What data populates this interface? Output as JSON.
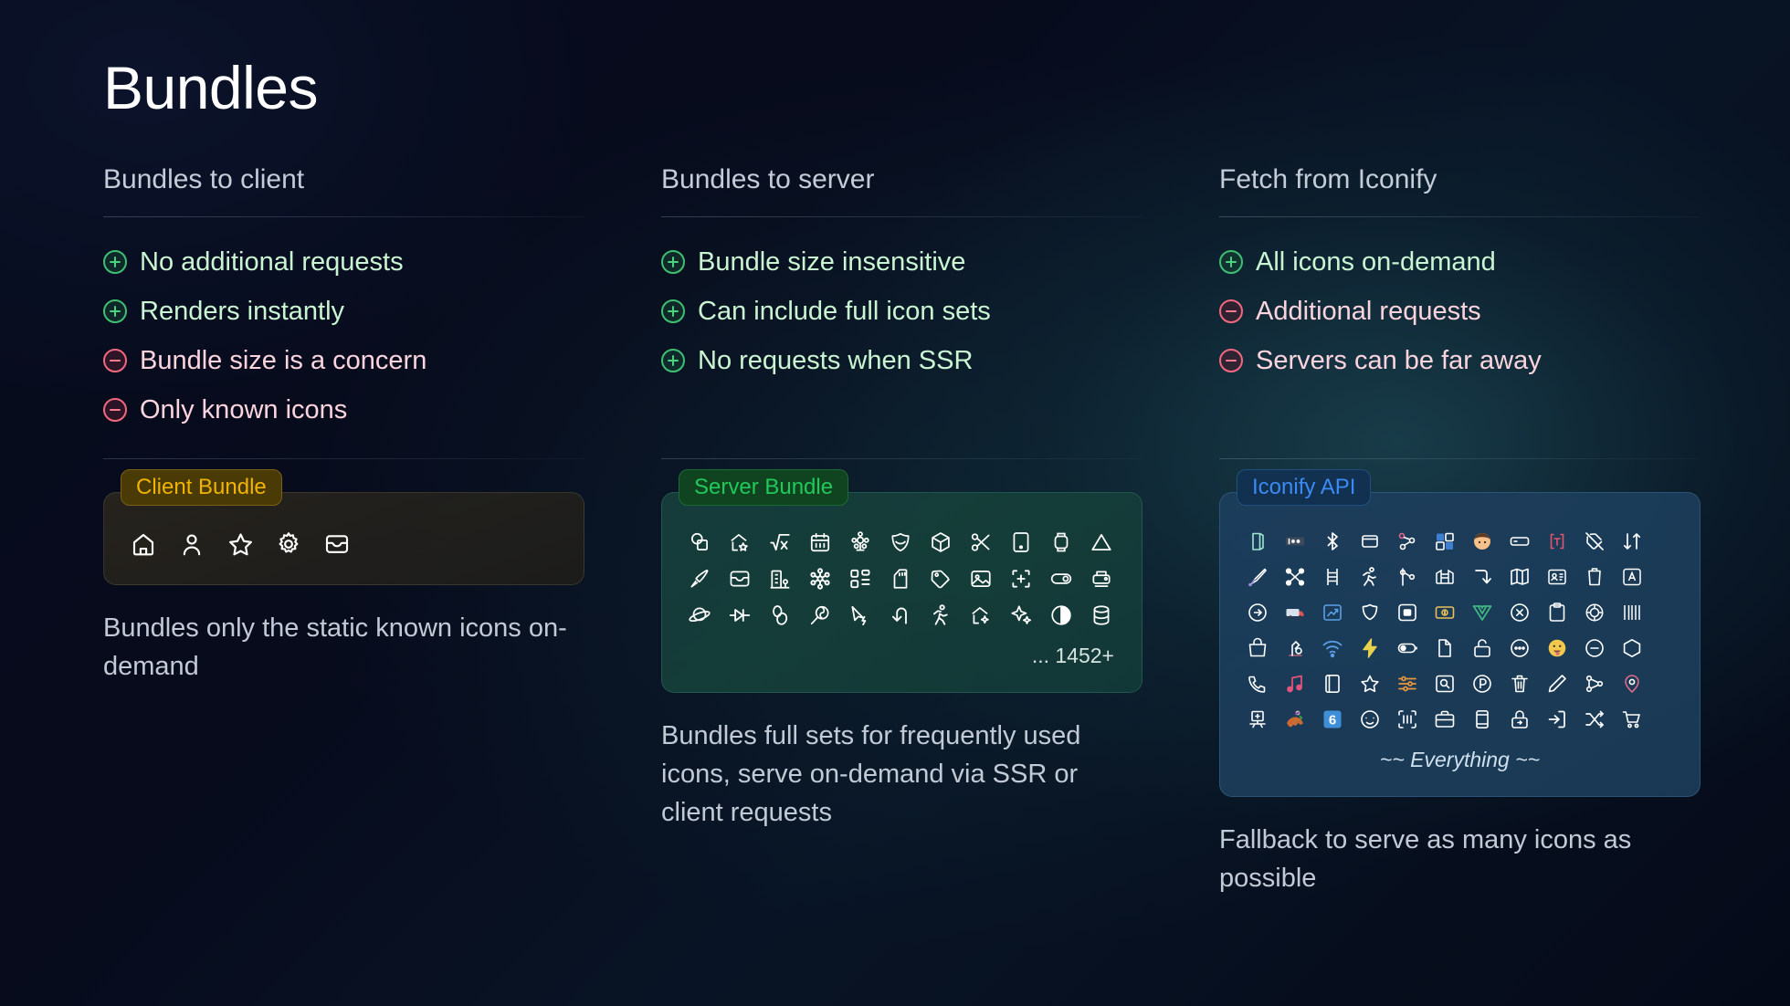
{
  "slide": {
    "title": "Bundles",
    "background_colors": {
      "base": "#070c1e",
      "teal_glow": "#1d4854"
    }
  },
  "columns": [
    {
      "id": "client",
      "heading": "Bundles to client",
      "points": [
        {
          "type": "pro",
          "text": "No additional requests"
        },
        {
          "type": "pro",
          "text": "Renders instantly"
        },
        {
          "type": "con",
          "text": "Bundle size is a concern"
        },
        {
          "type": "con",
          "text": "Only known icons"
        }
      ],
      "panel": {
        "label": "Client Bundle",
        "label_color": "#f0b400",
        "icons": [
          "home-icon",
          "user-icon",
          "star-icon",
          "gear-icon",
          "inbox-icon"
        ],
        "glyphs": [
          "⌂",
          "⚬",
          "☆",
          "⚙",
          "▢"
        ],
        "footer": ""
      },
      "caption": "Bundles only the static known icons on-demand"
    },
    {
      "id": "server",
      "heading": "Bundles to server",
      "points": [
        {
          "type": "pro",
          "text": "Bundle size insensitive"
        },
        {
          "type": "pro",
          "text": "Can include full icon sets"
        },
        {
          "type": "pro",
          "text": "No requests when SSR"
        }
      ],
      "panel": {
        "label": "Server Bundle",
        "label_color": "#21c95a",
        "rows": [
          [
            "shapes-icon",
            "home-star-icon",
            "square-root-icon",
            "calendar-icon",
            "ferris-wheel-icon",
            "shield-icon",
            "cube-icon",
            "scissors-icon",
            "tablet-icon",
            "watch-icon",
            "triangle-icon"
          ],
          [
            "brush-icon",
            "inbox-icon",
            "building-icon",
            "snowflake-icon",
            "dashboard-icon",
            "sd-card-icon",
            "tag-icon",
            "image-icon",
            "crop-icon",
            "toggle-icon",
            "printer-icon"
          ],
          [
            "planet-icon",
            "diode-icon",
            "eggs-icon",
            "lollipop-icon",
            "cursor-flash-icon",
            "undo-icon",
            "walk-icon",
            "home-sparkle-icon",
            "sparkles-icon",
            "contrast-icon",
            "database-icon"
          ]
        ],
        "footer": "... 1452+"
      },
      "caption": "Bundles full sets for frequently used icons, serve on-demand via SSR or client requests"
    },
    {
      "id": "api",
      "heading": "Fetch from Iconify",
      "points": [
        {
          "type": "pro",
          "text": "All icons on-demand"
        },
        {
          "type": "con",
          "text": "Additional requests"
        },
        {
          "type": "con",
          "text": "Servers can be far away"
        }
      ],
      "panel": {
        "label": "Iconify API",
        "label_color": "#3b8bf5",
        "rows": [
          [
            "door-open-icon",
            "password-icon",
            "bluetooth-icon",
            "window-icon",
            "sitemap-icon",
            "apps-icon",
            "person-emoji-icon",
            "card-icon",
            "text-brackets-icon",
            "tag-off-icon",
            "sort-icon"
          ],
          [
            "pen-nib-icon",
            "network-icon",
            "ladder-icon",
            "runner-icon",
            "branch-icon",
            "gate-icon",
            "arrow-turn-icon",
            "map-icon",
            "id-card-icon",
            "trash-icon",
            "letter-a-icon"
          ],
          [
            "circle-arrow-icon",
            "ambulance-icon",
            "chart-up-icon",
            "shield-slash-icon",
            "stop-square-icon",
            "money-icon",
            "vue-icon",
            "close-circle-icon",
            "clipboard-icon",
            "bug-icon",
            "barcode-icon"
          ],
          [
            "bag-icon",
            "microscope-icon",
            "wifi-icon",
            "lightning-icon",
            "battery-icon",
            "file-icon",
            "lock-open-icon",
            "dots-circle-icon",
            "tongue-emoji-icon",
            "minus-circle-icon",
            "hexagon-icon"
          ],
          [
            "phone-icon",
            "music-icon",
            "book-icon",
            "star-icon",
            "list-settings-icon",
            "search-square-icon",
            "parking-icon",
            "trash-bin-icon",
            "pencil-icon",
            "git-icon",
            "location-code-icon"
          ],
          [
            "desk-icon",
            "horse-racing-emoji",
            "number-six-icon",
            "ghost-icon",
            "qr-icon",
            "briefcase-icon",
            "device-icon",
            "lock-arrow-icon",
            "login-icon",
            "shuffle-icon",
            "cart-icon"
          ]
        ],
        "footer": "~~ Everything ~~"
      },
      "caption": "Fallback to serve as many icons as possible"
    }
  ]
}
